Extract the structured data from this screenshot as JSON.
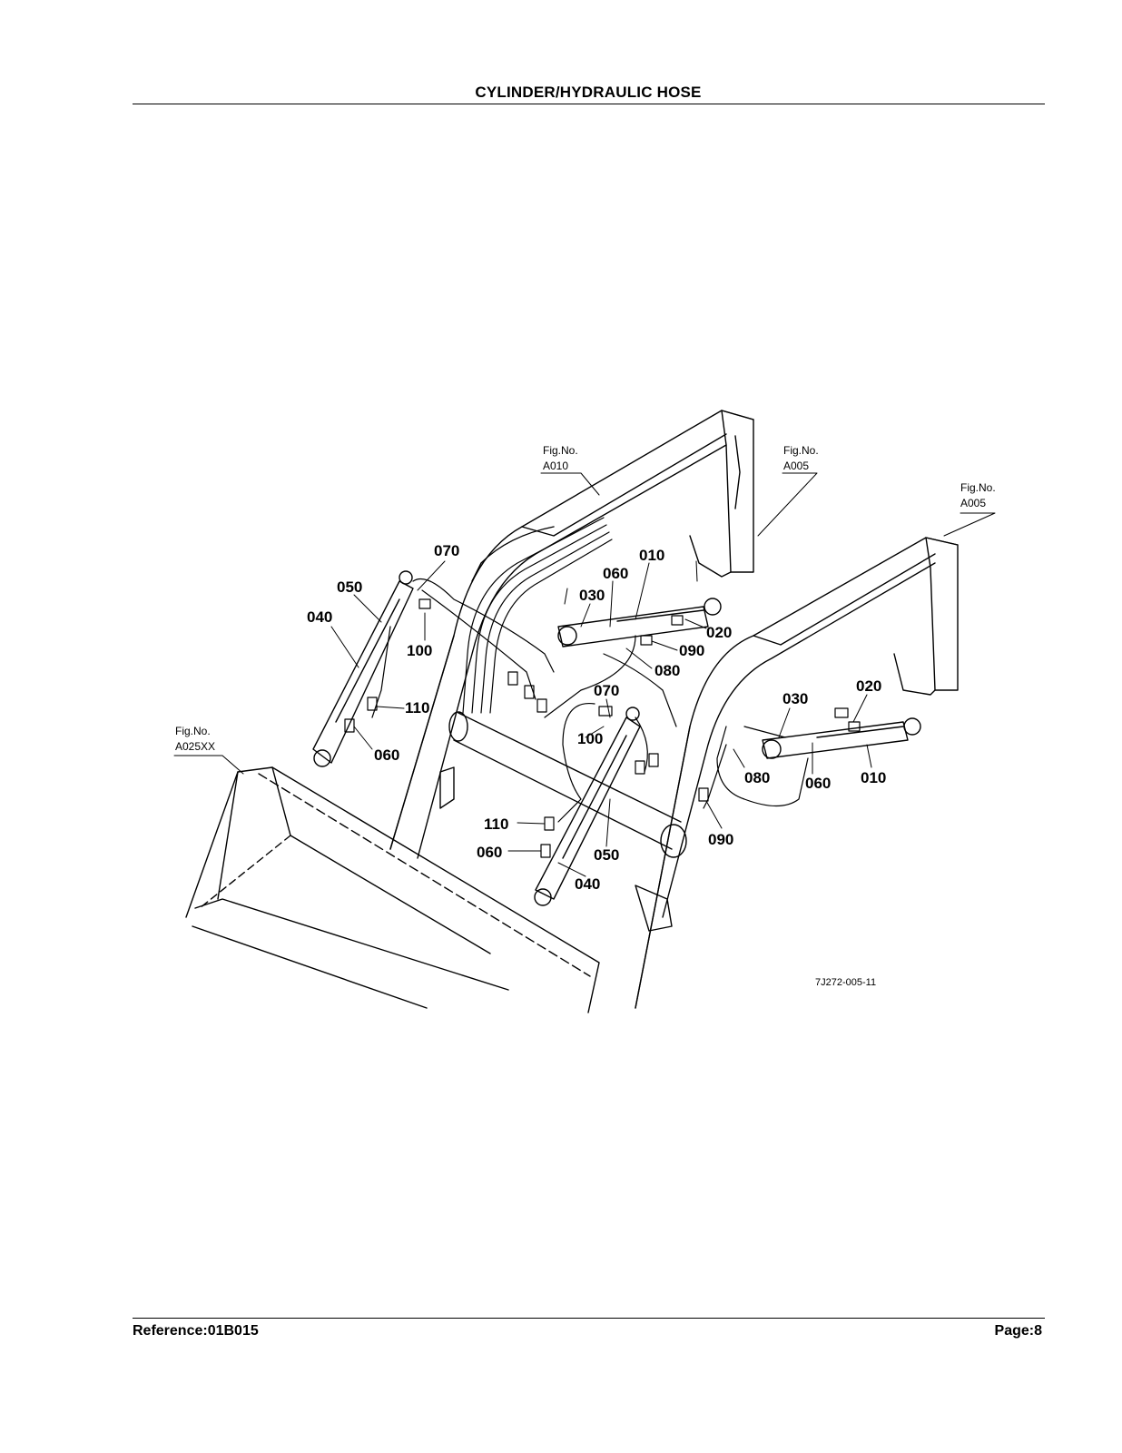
{
  "header": {
    "title": "CYLINDER/HYDRAULIC HOSE"
  },
  "footer": {
    "reference": "Reference:01B015",
    "page": "Page:8"
  },
  "diagram": {
    "drawing_number": "7J272-005-11",
    "fig_refs": [
      {
        "label": "Fig.No.",
        "number": "A010"
      },
      {
        "label": "Fig.No.",
        "number": "A005"
      },
      {
        "label": "Fig.No.",
        "number": "A005"
      },
      {
        "label": "Fig.No.",
        "number": "A025XX"
      }
    ],
    "callouts": [
      "070",
      "050",
      "040",
      "100",
      "110",
      "060",
      "010",
      "060",
      "030",
      "020",
      "090",
      "080",
      "070",
      "100",
      "030",
      "020",
      "080",
      "060",
      "010",
      "090",
      "110",
      "060",
      "050",
      "040"
    ]
  }
}
